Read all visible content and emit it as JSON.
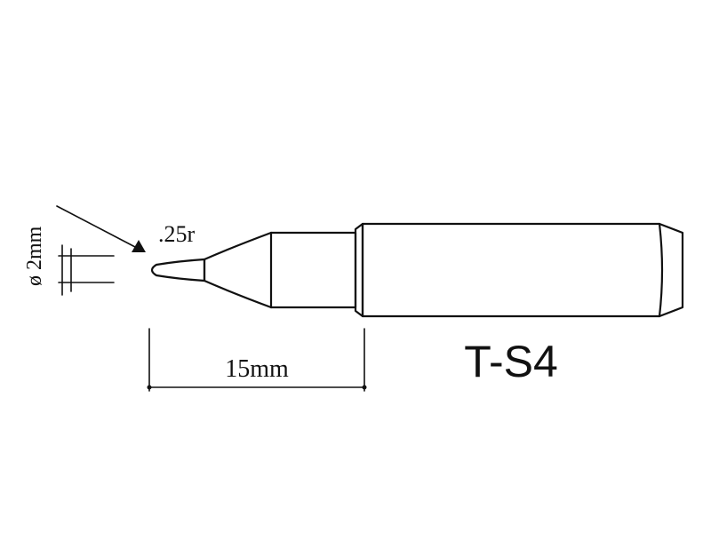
{
  "model_label": "T-S4",
  "dimensions": {
    "diameter_label": "ø 2mm",
    "radius_label": ".25r",
    "length_label": "15mm"
  },
  "colors": {
    "ink": "#111111",
    "background": "#ffffff"
  }
}
